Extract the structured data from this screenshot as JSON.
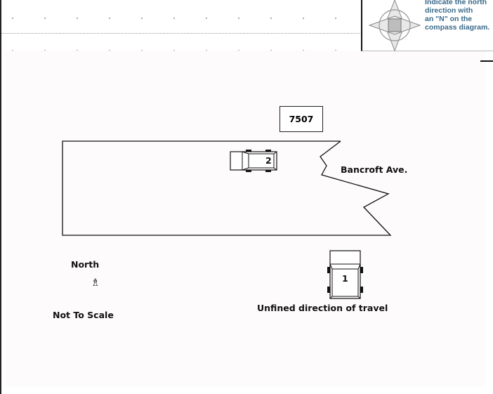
{
  "compass_note": {
    "line1": "Indicate the north",
    "line2": "direction with",
    "line3": "an \"N\" on the",
    "line4": "compass diagram."
  },
  "diagram": {
    "address": "7507",
    "street": "Bancroft Ave.",
    "vehicle1_number": "1",
    "vehicle2_number": "2",
    "north_label": "North",
    "north_symbol": "♗",
    "scale_note": "Not To Scale",
    "travel_note": "Unfined direction of travel"
  }
}
